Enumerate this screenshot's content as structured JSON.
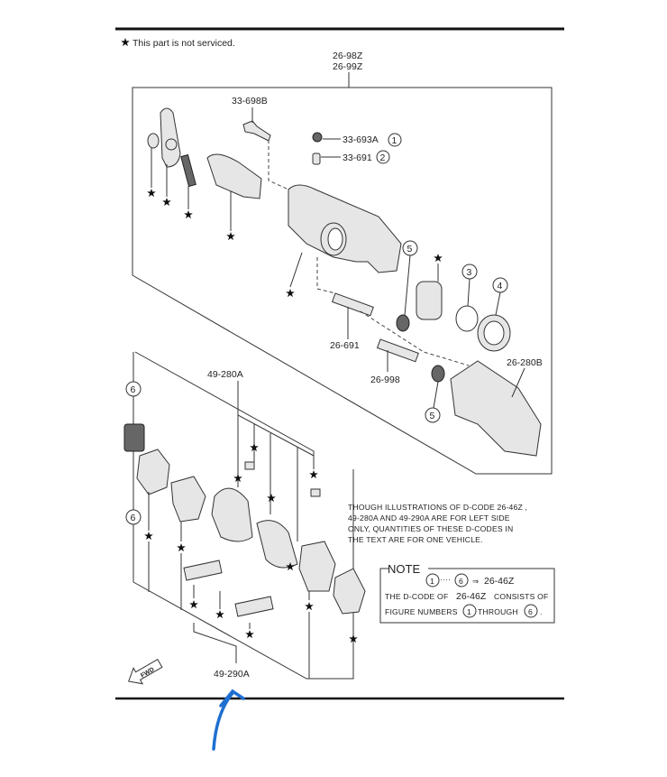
{
  "legend": {
    "text": "This part is not serviced.",
    "icon": "star-icon"
  },
  "assembly": {
    "code1": "26-98Z",
    "code2": "26-99Z"
  },
  "labels": {
    "bolt": "33-698B",
    "cap": "33-693A",
    "bleeder": "33-691",
    "pin1": "26-691",
    "pin2": "26-998",
    "bracket": "26-280B",
    "pads": "49-280A",
    "shims": "49-290A"
  },
  "figure_numbers": [
    "1",
    "2",
    "3",
    "4",
    "5",
    "6"
  ],
  "info_text": [
    "THOUGH ILLUSTRATIONS OF D-CODE  26-46Z ,",
    "49-280A AND 49-290A  ARE FOR LEFT SIDE",
    "ONLY, QUANTITIES OF THESE D-CODES IN",
    "THE TEXT ARE FOR ONE VEHICLE."
  ],
  "note": {
    "title": "NOTE",
    "range_from": "1",
    "range_to": "6",
    "range_sep": "····",
    "arrow": "⇒",
    "range_code": "26-46Z",
    "line2_a": "THE D-CODE OF",
    "line2_code": "26-46Z",
    "line2_b": "CONSISTS OF",
    "line3_a": "FIGURE NUMBERS",
    "line3_n1": "1",
    "line3_b": "THROUGH",
    "line3_n2": "6",
    "line3_end": "."
  },
  "fwd": "FWD",
  "colors": {
    "annotation": "#1f6fd1",
    "ink": "#222222"
  }
}
